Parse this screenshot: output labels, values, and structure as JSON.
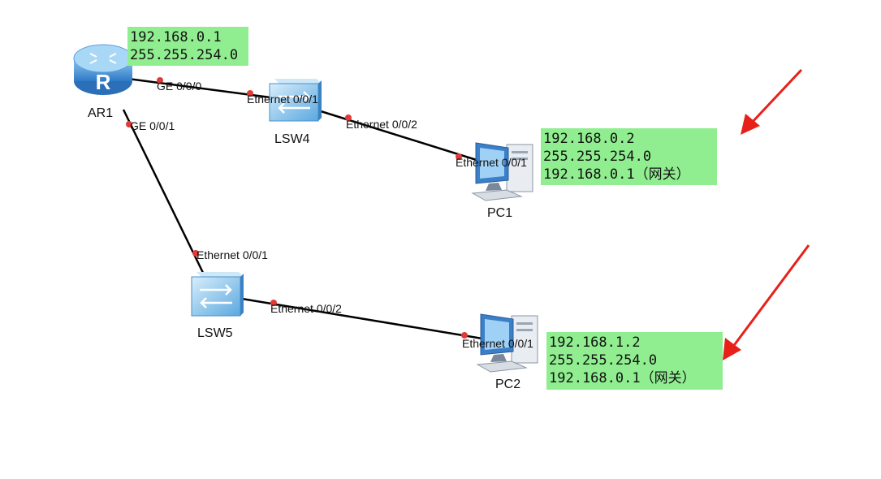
{
  "colors": {
    "link": "#000000",
    "port_dot": "#e53935",
    "ip_box": "#90ee90",
    "arrow": "#e8201a",
    "device_blue": "#3f8fd6"
  },
  "devices": {
    "ar1": {
      "label": "AR1",
      "icon": "router-icon",
      "glyph": "R"
    },
    "lsw4": {
      "label": "LSW4",
      "icon": "switch-icon"
    },
    "lsw5": {
      "label": "LSW5",
      "icon": "switch-icon"
    },
    "pc1": {
      "label": "PC1",
      "icon": "pc-icon"
    },
    "pc2": {
      "label": "PC2",
      "icon": "pc-icon"
    }
  },
  "ports": {
    "ar1_ge000": "GE 0/0/0",
    "ar1_ge001": "GE 0/0/1",
    "lsw4_e001": "Ethernet 0/0/1",
    "lsw4_e002": "Ethernet 0/0/2",
    "pc1_e001": "Ethernet 0/0/1",
    "lsw5_e001": "Ethernet 0/0/1",
    "lsw5_e002": "Ethernet 0/0/2",
    "pc2_e001": "Ethernet 0/0/1"
  },
  "ip_boxes": {
    "ar1": [
      "192.168.0.1",
      "255.255.254.0"
    ],
    "pc1": [
      "192.168.0.2",
      "255.255.254.0",
      "192.168.0.1（网关）"
    ],
    "pc2": [
      "192.168.1.2",
      "255.255.254.0",
      "192.168.0.1（网关）"
    ]
  }
}
